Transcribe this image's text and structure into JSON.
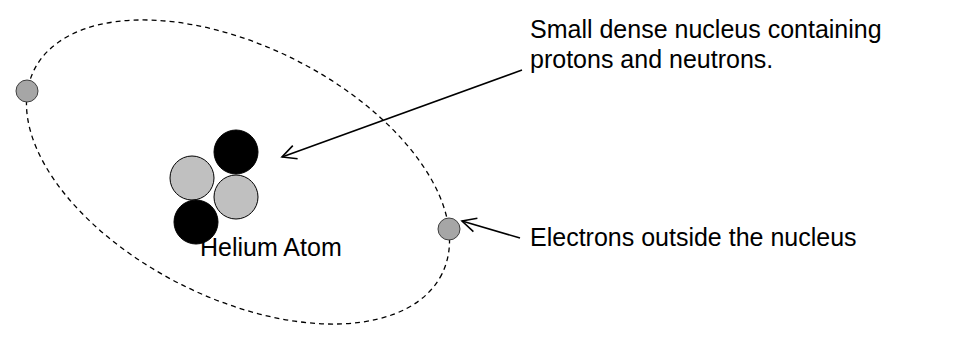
{
  "diagram": {
    "labels": [
      "Small dense nucleus containing protons and neutrons.",
      "Helium Atom",
      "Electrons outside the nucleus"
    ]
  }
}
